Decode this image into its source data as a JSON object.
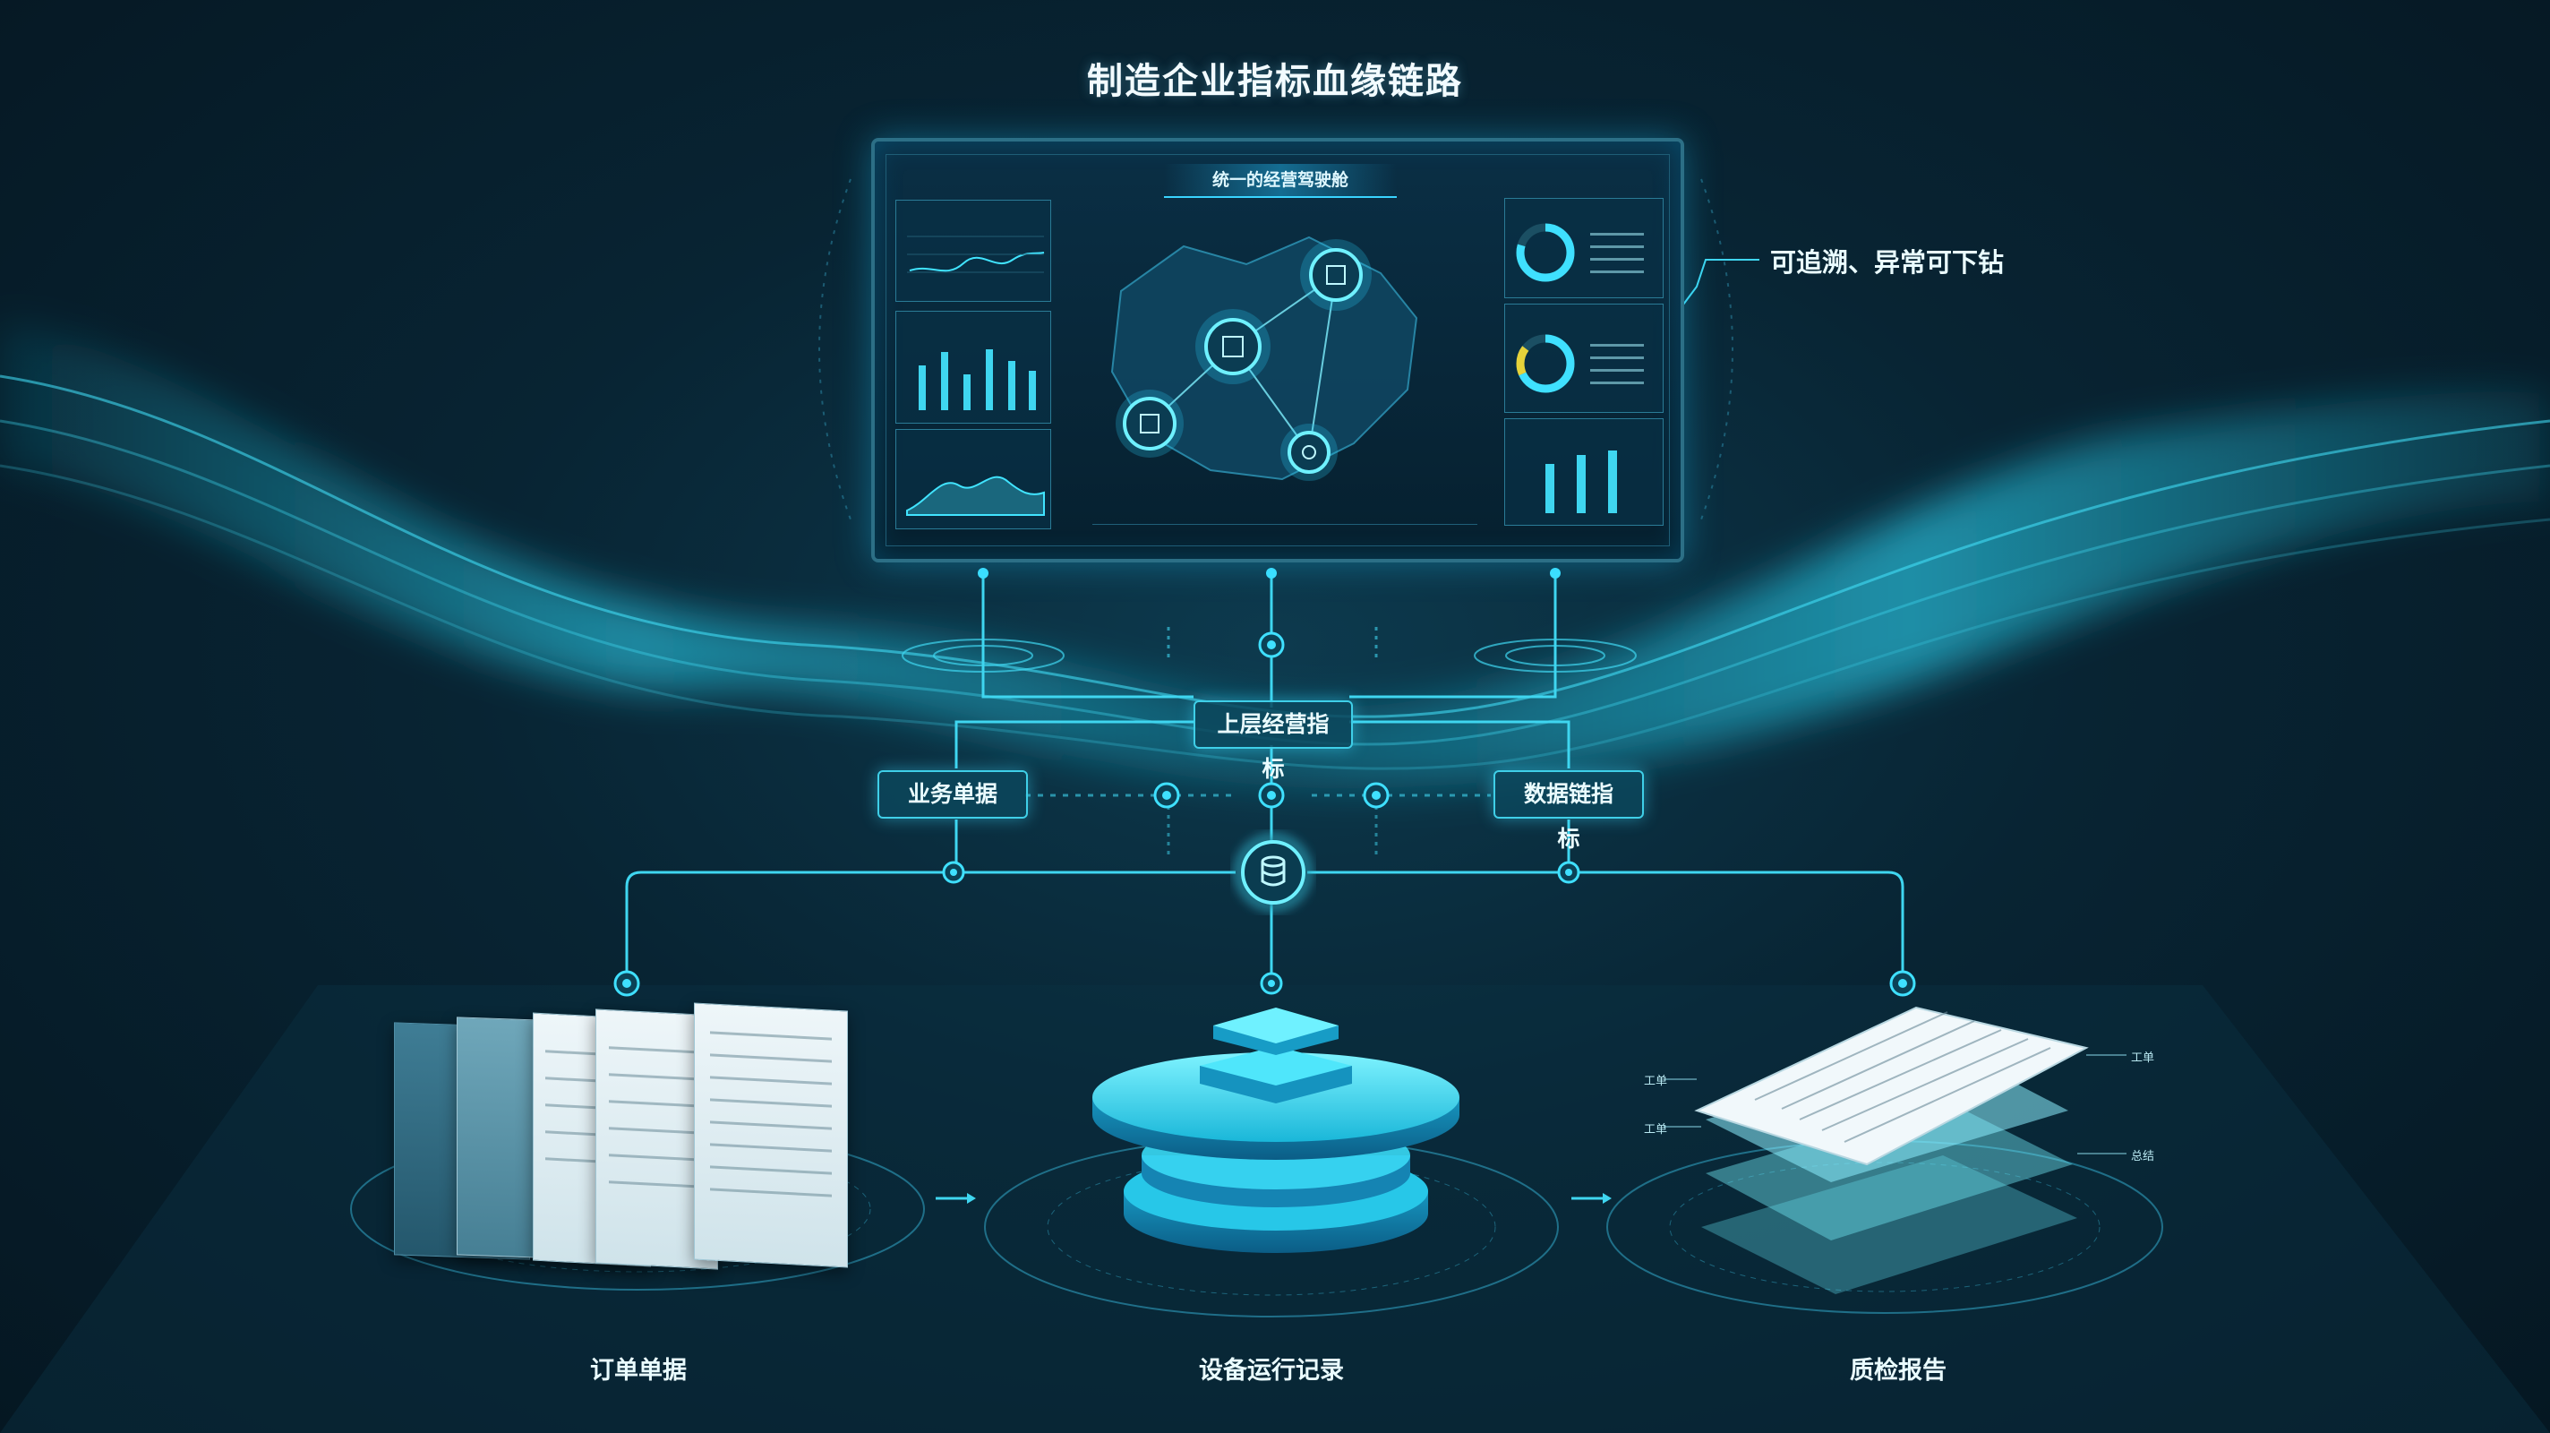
{
  "title": "制造企业指标血缘链路",
  "dashboard": {
    "title": "统一的经营驾驶舱",
    "map_icons": [
      "factory-icon",
      "chart-icon",
      "gear-icon",
      "box-icon"
    ]
  },
  "callout": "可追溯、异常可下钻",
  "nodes": {
    "top": "上层经营指标",
    "left": "业务单据",
    "right": "数据链指标"
  },
  "bottom": {
    "left": "订单单据",
    "center": "设备运行记录",
    "right": "质检报告"
  },
  "side_tags": {
    "tag_a": "工单",
    "tag_b": "工单",
    "tag_c": "工单",
    "tag_d": "总结"
  },
  "colors": {
    "accent": "#39d4ff",
    "glow": "#1fc8e6",
    "background": "#082433"
  }
}
